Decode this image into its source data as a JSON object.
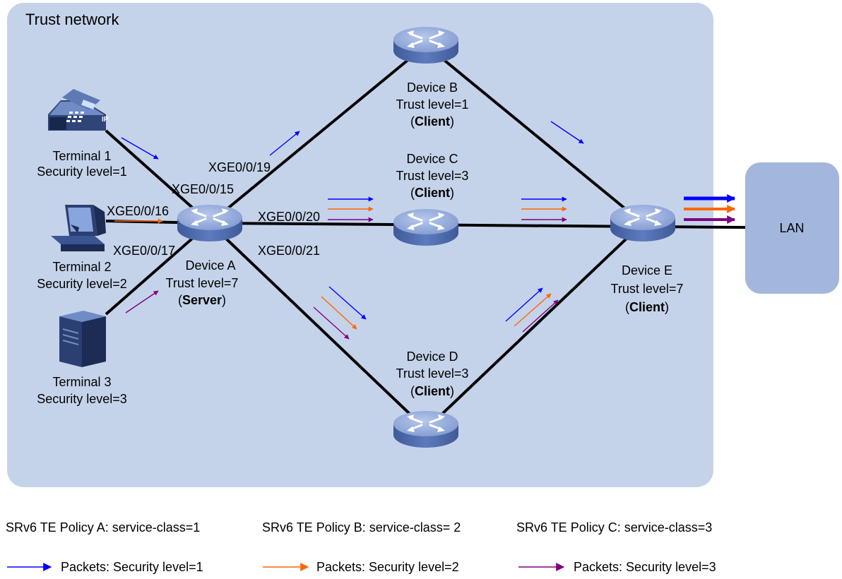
{
  "network": {
    "title": "Trust network",
    "lan_label": "LAN"
  },
  "devices": {
    "a": {
      "name": "Device A",
      "trust": "Trust level=7",
      "role_open": "(",
      "role": "Server",
      "role_close": ")"
    },
    "b": {
      "name": "Device B",
      "trust": "Trust level=1",
      "role_open": "(",
      "role": "Client",
      "role_close": ")"
    },
    "c": {
      "name": "Device C",
      "trust": "Trust level=3",
      "role_open": "(",
      "role": "Client",
      "role_close": ")"
    },
    "d": {
      "name": "Device D",
      "trust": "Trust level=3",
      "role_open": "(",
      "role": "Client",
      "role_close": ")"
    },
    "e": {
      "name": "Device E",
      "trust": "Trust level=7",
      "role_open": "(",
      "role": "Client",
      "role_close": ")"
    }
  },
  "terminals": {
    "t1": {
      "name": "Terminal 1",
      "security": "Security level=1"
    },
    "t2": {
      "name": "Terminal 2",
      "security": "Security level=2"
    },
    "t3": {
      "name": "Terminal 3",
      "security": "Security level=3"
    }
  },
  "interfaces": {
    "p15": "XGE0/0/15",
    "p16": "XGE0/0/16",
    "p17": "XGE0/0/17",
    "p19": "XGE0/0/19",
    "p20": "XGE0/0/20",
    "p21": "XGE0/0/21"
  },
  "policies": [
    "SRv6 TE Policy A: service-class=1",
    "SRv6 TE Policy B: service-class= 2",
    "SRv6 TE Policy C: service-class=3"
  ],
  "legend": [
    {
      "label": "Packets: Security level=1",
      "color": "#0000ff"
    },
    {
      "label": "Packets: Security level=2",
      "color": "#ff6600"
    },
    {
      "label": "Packets: Security level=3",
      "color": "#800080"
    }
  ],
  "colors": {
    "trust_zone": "#c5d3ea",
    "lan_box": "#a3b6dc",
    "router_top": "#8fa7d9",
    "router_side": "#4c67a6",
    "level1": "#0000ff",
    "level2": "#ff6600",
    "level3": "#800080"
  }
}
